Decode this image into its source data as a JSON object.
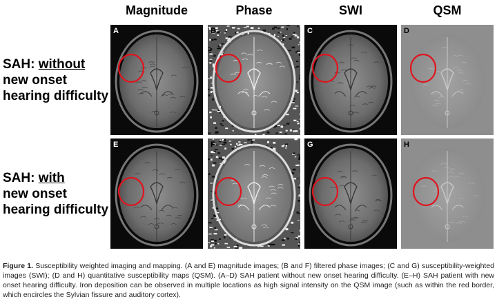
{
  "columns": [
    {
      "label": "Magnitude"
    },
    {
      "label": "Phase"
    },
    {
      "label": "SWI"
    },
    {
      "label": "QSM"
    }
  ],
  "rows": [
    {
      "prefix": "SAH: ",
      "emph": "without",
      "rest_line2": "new onset",
      "rest_line3": "hearing difficulty"
    },
    {
      "prefix": "SAH: ",
      "emph": "with",
      "rest_line2": "new onset",
      "rest_line3": "hearing difficulty"
    }
  ],
  "panels": [
    "A",
    "B",
    "C",
    "D",
    "E",
    "F",
    "G",
    "H"
  ],
  "caption": {
    "figure_label": "Figure 1.",
    "text": "Susceptibility weighted imaging and mapping. (A and E) magnitude images; (B and F) filtered phase images; (C and G) susceptibility-weighted images (SWI); (D and H) quantitative susceptibility maps (QSM). (A–D) SAH patient without new onset hearing difficulty. (E–H) SAH patient with new onset hearing difficulty. Iron deposition can be observed in multiple locations as high signal intensity on the QSM image (such as within the red border, which encircles the Sylvian fissure and auditory cortex)."
  },
  "colors": {
    "highlight_circle": "#e0141e",
    "mri_background": "#0a0a0a",
    "qsm_background": "#8e8e8e"
  }
}
